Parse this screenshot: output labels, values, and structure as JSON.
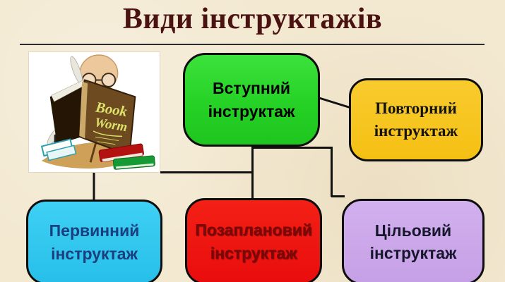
{
  "title": "Види інструктажів",
  "illustration": {
    "name": "bookworm-clipart",
    "book_text_line1": "Book",
    "book_text_line2": "Worm"
  },
  "diagram": {
    "nodes": [
      {
        "id": "vstupnyi-instruktazh",
        "line1": "Вступний",
        "line2": "інструктаж",
        "fill": "#2bd32b",
        "text_color": "#000000"
      },
      {
        "id": "povtornyi-instruktazh",
        "line1": "Повторний",
        "line2": "інструктаж",
        "fill": "#f6c41b",
        "text_color": "#141414"
      },
      {
        "id": "pervynnyi-instruktazh",
        "line1": "Первинний",
        "line2": "інструктаж",
        "fill": "#2fc6ef",
        "text_color": "#1b3e7e"
      },
      {
        "id": "pozaplanovyi-instruktazh",
        "line1": "Позаплановий",
        "line2": "інструктаж",
        "fill": "#ee1111",
        "text_color": "#7a0808"
      },
      {
        "id": "tsilovyi-instruktazh",
        "line1": "Цільовий",
        "line2": "інструктаж",
        "fill": "#c9a3e8",
        "text_color": "#16162c"
      }
    ]
  },
  "colors": {
    "background": "#f3e9d1",
    "title_text": "#4b1212",
    "divider": "#2b2b2b",
    "node_border": "#0d0d0d",
    "connector": "#111111"
  }
}
